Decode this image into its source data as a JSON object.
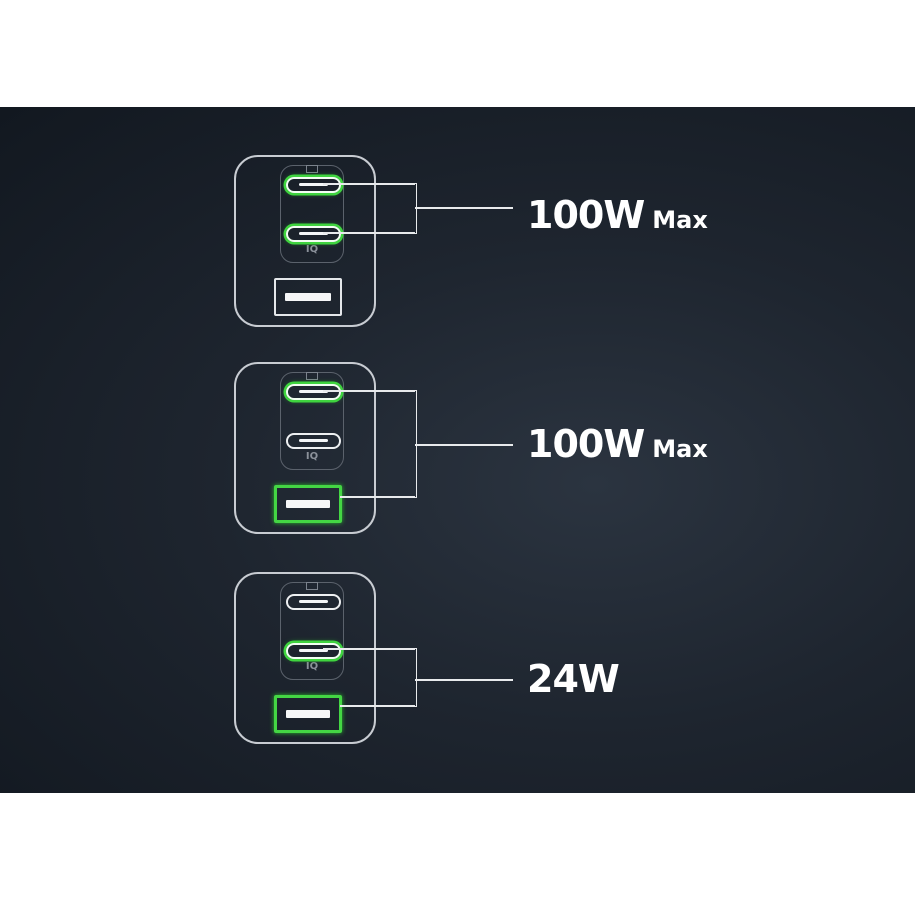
{
  "configs": [
    {
      "power": "100W",
      "suffix": "Max"
    },
    {
      "power": "100W",
      "suffix": "Max"
    },
    {
      "power": "24W",
      "suffix": ""
    }
  ],
  "brand_mark": "IQ",
  "colors": {
    "active_port": "#3fd43f",
    "background": "#1e252f",
    "outline": "#c8ccd2"
  },
  "icons": [
    "usb-c-port-icon",
    "usb-a-port-icon",
    "charger-icon"
  ]
}
